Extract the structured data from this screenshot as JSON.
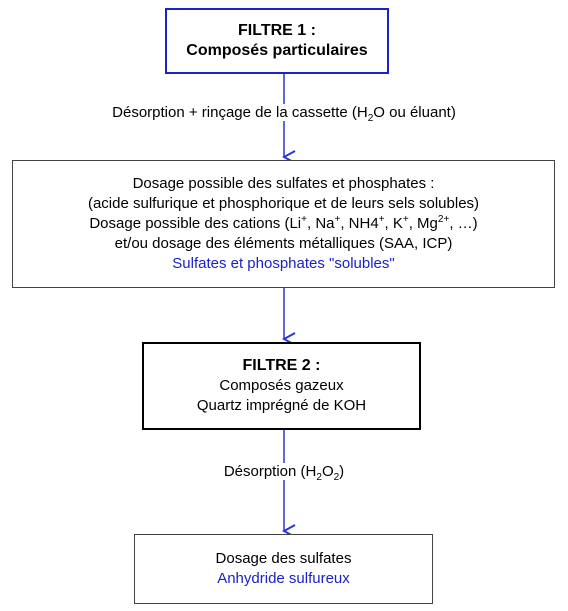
{
  "filter1": {
    "title": "FILTRE 1 :",
    "subtitle": "Composés particulaires"
  },
  "step1": {
    "prefix": "Désorption + rinçage de la cassette (H",
    "sub": "2",
    "suffix": "O ou éluant)"
  },
  "analysis1": {
    "line1": "Dosage possible des sulfates et phosphates :",
    "line2": "(acide sulfurique et phosphorique et de leurs sels solubles)",
    "line3_parts": [
      "Dosage possible des cations (Li",
      "+",
      ", Na",
      "+",
      ", NH4",
      "+",
      ", K",
      "+",
      ", Mg",
      "2+",
      ", …)"
    ],
    "line4": "et/ou dosage des éléments métalliques (SAA, ICP)",
    "result": "Sulfates et phosphates \"solubles\""
  },
  "filter2": {
    "title": "FILTRE 2 :",
    "line1": "Composés gazeux",
    "line2": "Quartz imprégné de KOH"
  },
  "step2": {
    "prefix": "Désorption (H",
    "sub1": "2",
    "mid": "O",
    "sub2": "2",
    "suffix": ")"
  },
  "analysis2": {
    "line1": "Dosage des sulfates",
    "result": "Anhydride sulfureux"
  },
  "colors": {
    "accent_blue": "#1a22c8",
    "arrow": "#2a35d6"
  }
}
